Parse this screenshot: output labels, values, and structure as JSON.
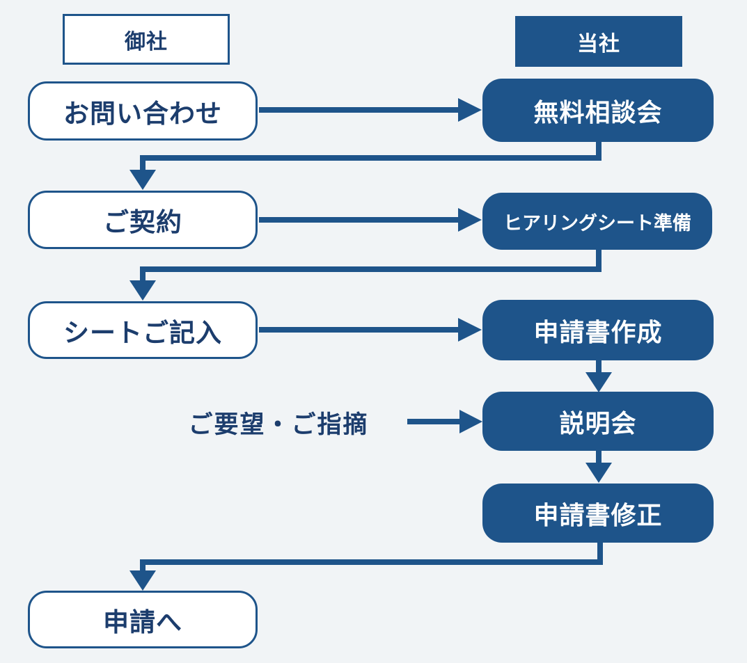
{
  "diagram": {
    "title_hint": "consultation-to-application process flow",
    "colors": {
      "primary_navy": "#1e548a",
      "box_text_navy": "#1c3d6d",
      "background": "#f1f4f6",
      "white": "#ffffff"
    },
    "nodes": {
      "company_you": "御社",
      "company_us": "当社",
      "inquiry": "お問い合わせ",
      "free_consultation": "無料相談会",
      "contract": "ご契約",
      "hearing_sheet_prep": "ヒアリングシート準備",
      "sheet_fill": "シートご記入",
      "application_draft": "申請書作成",
      "requests_label": "ご要望・ご指摘",
      "briefing": "説明会",
      "application_revision": "申請書修正",
      "to_application": "申請へ"
    },
    "edges": [
      {
        "from": "inquiry",
        "to": "free_consultation",
        "shape": "straight-right"
      },
      {
        "from": "free_consultation",
        "to": "contract",
        "shape": "elbow-down-left-down"
      },
      {
        "from": "contract",
        "to": "hearing_sheet_prep",
        "shape": "straight-right"
      },
      {
        "from": "hearing_sheet_prep",
        "to": "sheet_fill",
        "shape": "elbow-down-left-down"
      },
      {
        "from": "sheet_fill",
        "to": "application_draft",
        "shape": "straight-right"
      },
      {
        "from": "application_draft",
        "to": "briefing",
        "shape": "straight-down"
      },
      {
        "from": "requests_label",
        "to": "briefing",
        "shape": "straight-right"
      },
      {
        "from": "briefing",
        "to": "application_revision",
        "shape": "straight-down"
      },
      {
        "from": "application_revision",
        "to": "to_application",
        "shape": "elbow-down-left-down"
      }
    ]
  }
}
